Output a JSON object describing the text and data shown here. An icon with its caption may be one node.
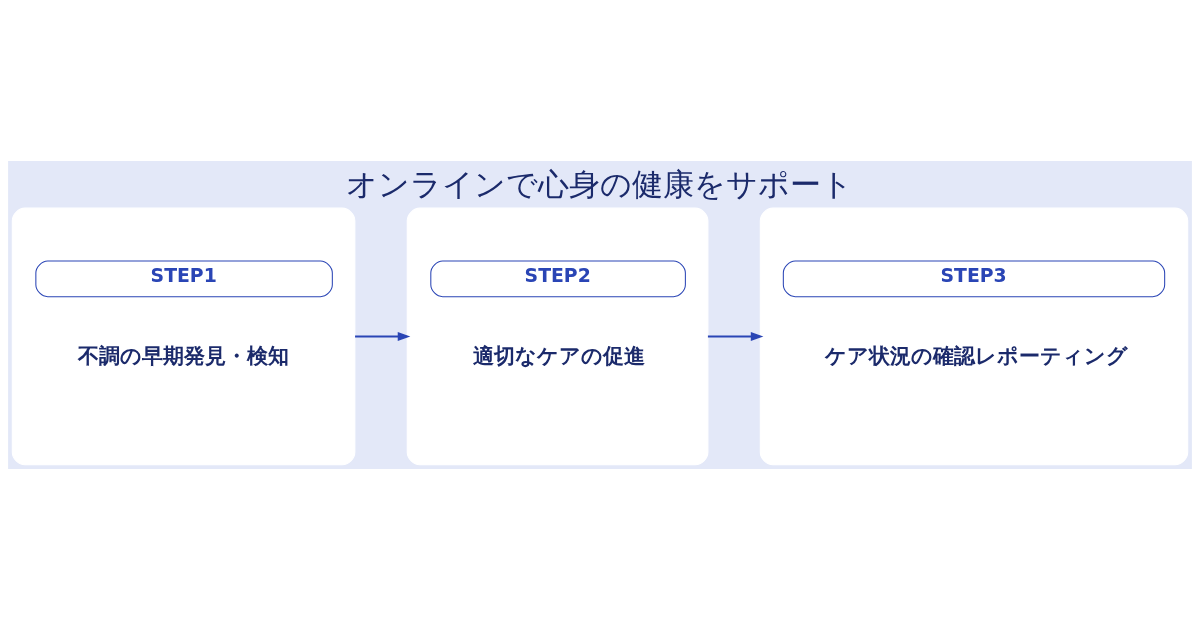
{
  "diagram": {
    "title": "オンラインで心身の健康をサポート",
    "nodes": [
      {
        "text": [
          "STEP1",
          "不調の早期発見・検知"
        ]
      },
      {
        "text": [
          "STEP2",
          "適切なケアの促進"
        ]
      },
      {
        "text": [
          "STEP3",
          "ケア状況の確認レポーティング"
        ]
      }
    ],
    "edges": [
      {
        "from": 0,
        "to": 1,
        "arrow": "to"
      },
      {
        "from": 1,
        "to": 2,
        "arrow": "to"
      }
    ]
  }
}
